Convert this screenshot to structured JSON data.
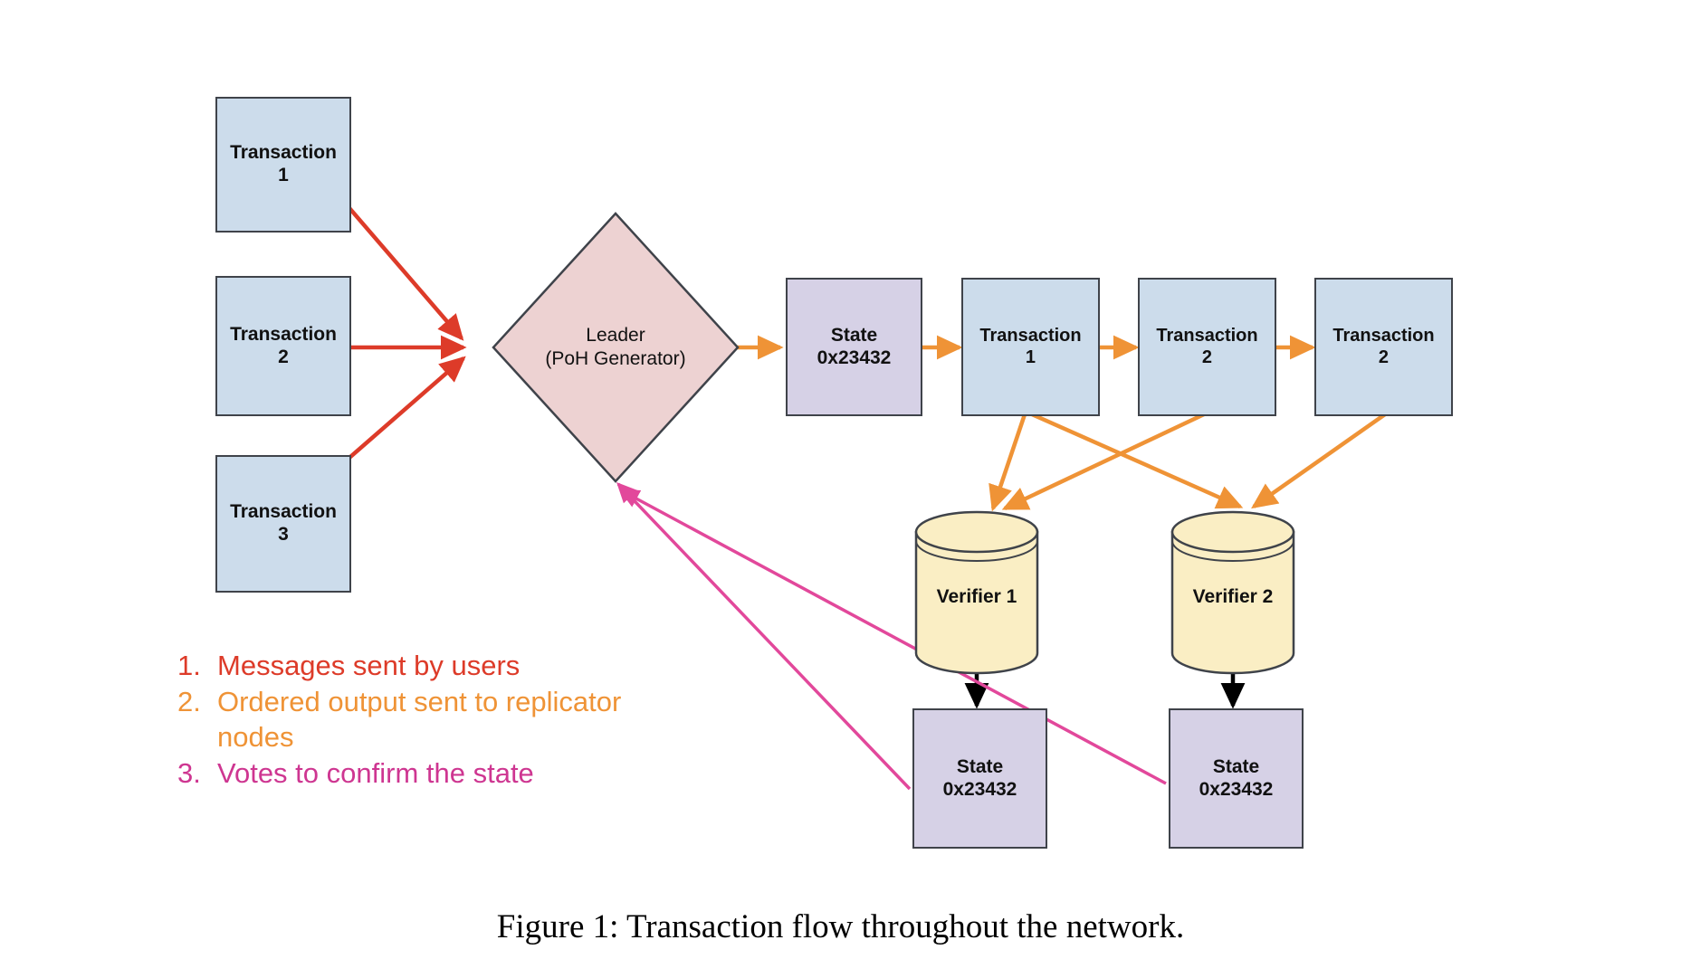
{
  "figure": {
    "caption": "Figure 1: Transaction flow throughout the network."
  },
  "diagram": {
    "title": "Transaction flow throughout the network",
    "inputs": [
      {
        "label_line1": "Transaction",
        "label_line2": "1"
      },
      {
        "label_line1": "Transaction",
        "label_line2": "2"
      },
      {
        "label_line1": "Transaction",
        "label_line2": "3"
      }
    ],
    "leader": {
      "line1": "Leader",
      "line2": "(PoH Generator)"
    },
    "ledger": [
      {
        "label_line1": "State",
        "label_line2": "0x23432",
        "kind": "state"
      },
      {
        "label_line1": "Transaction",
        "label_line2": "1",
        "kind": "transaction"
      },
      {
        "label_line1": "Transaction",
        "label_line2": "2",
        "kind": "transaction"
      },
      {
        "label_line1": "Transaction",
        "label_line2": "2",
        "kind": "transaction"
      }
    ],
    "verifiers": [
      {
        "label": "Verifier 1"
      },
      {
        "label": "Verifier 2"
      }
    ],
    "verifier_states": [
      {
        "label_line1": "State",
        "label_line2": "0x23432"
      },
      {
        "label_line1": "State",
        "label_line2": "0x23432"
      }
    ]
  },
  "legend": {
    "items": [
      {
        "number": "1.",
        "text": "Messages sent by users",
        "color": "#DD3B29"
      },
      {
        "number": "2.",
        "text": "Ordered output sent to replicator nodes",
        "color": "#EF9336"
      },
      {
        "number": "3.",
        "text": "Votes to confirm the state",
        "color": "#CE3691"
      }
    ]
  },
  "colors": {
    "transaction_fill": "#ccdceb",
    "state_fill": "#d6d1e6",
    "leader_fill": "#edd2d2",
    "verifier_fill": "#faeec4",
    "stroke": "#3f434a",
    "red_arrow": "#DD3B29",
    "orange_arrow": "#EF9336",
    "pink_arrow": "#E2489B",
    "black_arrow": "#000000"
  }
}
